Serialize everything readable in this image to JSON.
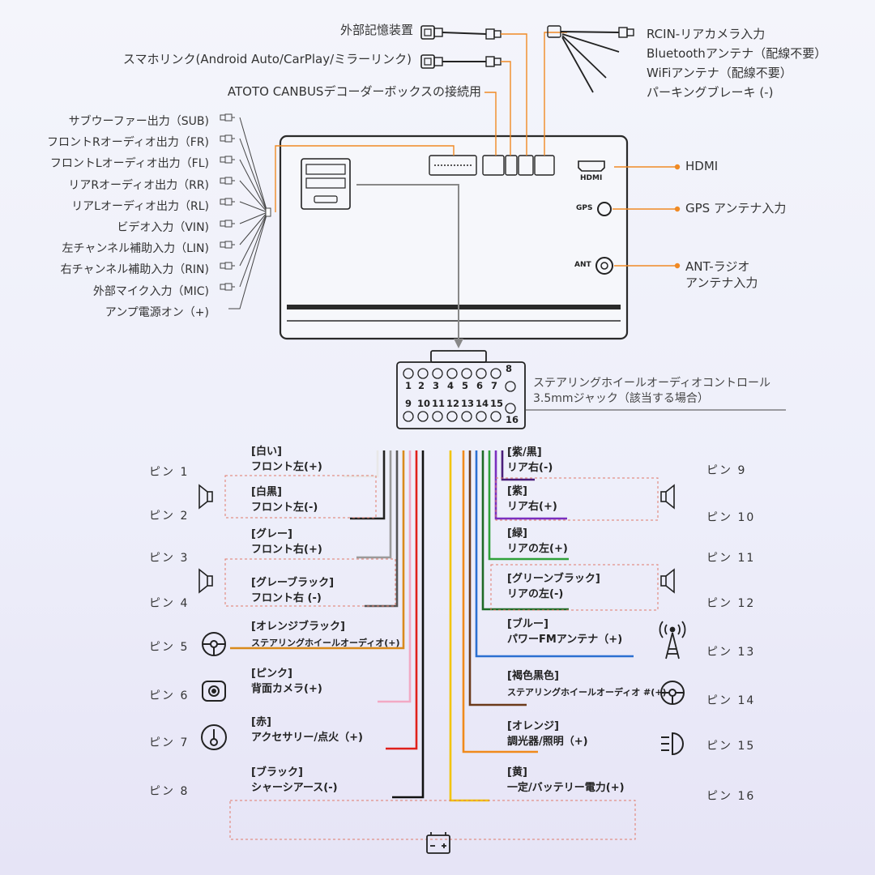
{
  "top_connectors": {
    "storage": "外部記憶装置",
    "phonelink": "スマホリンク(Android Auto/CarPlay/ミラーリンク)",
    "canbus": "ATOTO CANBUSデコーダーボックスの接続用"
  },
  "top_right_cables": [
    "RCIN-リアカメラ入力",
    "Bluetoothアンテナ（配線不要）",
    "WiFiアンテナ（配線不要）",
    "パーキングブレーキ (-)"
  ],
  "rca_outputs": [
    "サブウーファー出力（SUB)",
    "フロントRオーディオ出力（FR)",
    "フロントLオーディオ出力（FL)",
    "リアRオーディオ出力（RR)",
    "リアLオーディオ出力（RL)",
    "ビデオ入力（VIN)",
    "左チャンネル補助入力（LIN)",
    "右チャンネル補助入力（RIN)",
    "外部マイク入力（MIC)",
    "アンプ電源オン（+)"
  ],
  "right_ports": {
    "hdmi": "HDMI",
    "hdmi_small": "HDMI",
    "gps": "GPS アンテナ入力",
    "gps_small": "GPS",
    "ant_line1": "ANT-ラジオ",
    "ant_line2": "アンテナ入力",
    "ant_small": "ANT"
  },
  "steering_jack": {
    "line1": "ステアリングホイールオーディオコントロール",
    "line2": "3.5mmジャック（該当する場合）"
  },
  "connector_pins_top": [
    "1",
    "2",
    "3",
    "4",
    "5",
    "6",
    "7",
    "8"
  ],
  "connector_pins_bottom": [
    "9",
    "10",
    "11",
    "12",
    "13",
    "14",
    "15",
    "16"
  ],
  "pins_left": [
    {
      "pin": "ピン 1",
      "color_name": "[白い]",
      "func": "フロント左(+)",
      "color": "#e8e8e8"
    },
    {
      "pin": "ピン 2",
      "color_name": "[白黒]",
      "func": "フロント左(-)",
      "color": "#222222"
    },
    {
      "pin": "ピン 3",
      "color_name": "[グレー]",
      "func": "フロント右(+)",
      "color": "#9a9a9a"
    },
    {
      "pin": "ピン 4",
      "color_name": "[グレーブラック]",
      "func": "フロント右 (-)",
      "color": "#555555"
    },
    {
      "pin": "ピン 5",
      "color_name": "[オレンジブラック]",
      "func": "ステアリングホイールオーディオ(+)",
      "color": "#d98a1c"
    },
    {
      "pin": "ピン 6",
      "color_name": "[ピンク]",
      "func": "背面カメラ(+)",
      "color": "#f2a9c4"
    },
    {
      "pin": "ピン 7",
      "color_name": "[赤]",
      "func": "アクセサリー/点火（+)",
      "color": "#e0201b"
    },
    {
      "pin": "ピン 8",
      "color_name": "[ブラック]",
      "func": "シャーシアース(-)",
      "color": "#111111"
    }
  ],
  "pins_right": [
    {
      "pin": "ピン 9",
      "color_name": "[紫/黒]",
      "func": "リア右(-)",
      "color": "#4a1d7a"
    },
    {
      "pin": "ピン 10",
      "color_name": "[紫]",
      "func": "リア右(+)",
      "color": "#7b2fbf"
    },
    {
      "pin": "ピン 11",
      "color_name": "[緑]",
      "func": "リアの左(+)",
      "color": "#2fa13a"
    },
    {
      "pin": "ピン 12",
      "color_name": "[グリーンブラック]",
      "func": "リアの左(-)",
      "color": "#1e6a26"
    },
    {
      "pin": "ピン 13",
      "color_name": "[ブルー]",
      "func": "パワーFMアンテナ（+)",
      "color": "#2b6fd1"
    },
    {
      "pin": "ピン 14",
      "color_name": "[褐色黒色]",
      "func": "ステアリングホイールオーディオ #(+)",
      "color": "#6b3a1a"
    },
    {
      "pin": "ピン 15",
      "color_name": "[オレンジ]",
      "func": "調光器/照明（+)",
      "color": "#f08a1c"
    },
    {
      "pin": "ピン 16",
      "color_name": "[黄]",
      "func": "一定/バッテリー電力(+)",
      "color": "#f2c400"
    }
  ],
  "accent_color": "#f08a24",
  "icons": [
    "speaker-icon",
    "steering-wheel-icon",
    "camera-icon",
    "ignition-key-icon",
    "battery-icon",
    "antenna-icon",
    "headlight-icon",
    "hdmi-port-icon",
    "rca-plug-icon",
    "usb-plug-icon"
  ]
}
